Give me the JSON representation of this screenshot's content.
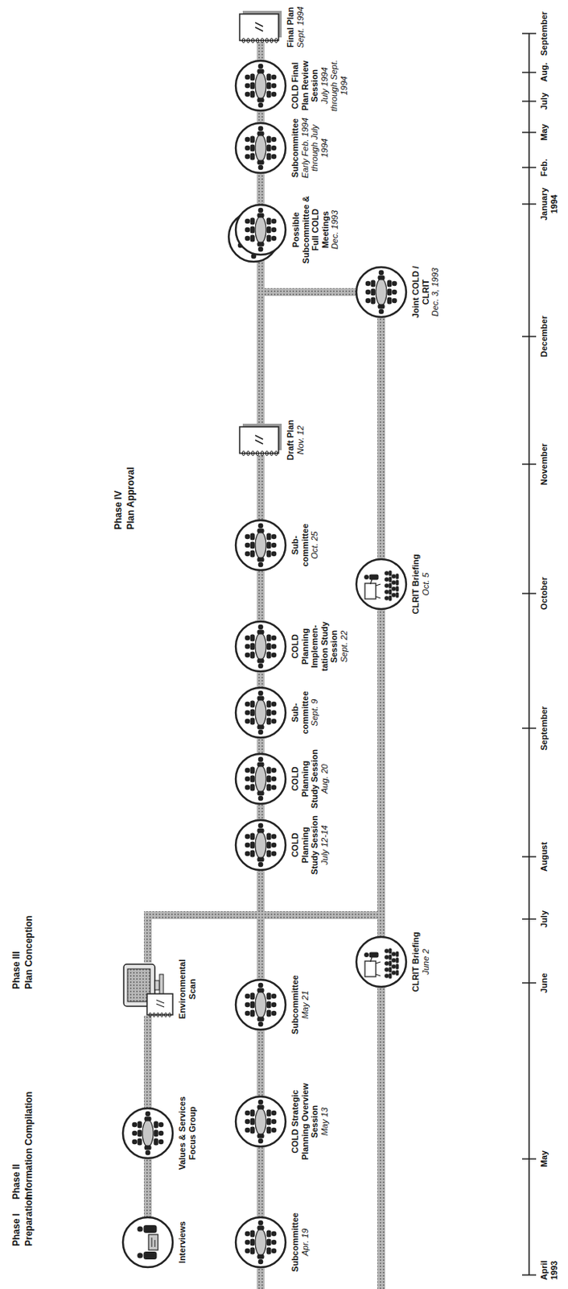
{
  "diagram": {
    "nodes": [
      {
        "text": [
          "Interviews"
        ]
      },
      {
        "text": [
          "Subcommittee",
          "Apr. 19"
        ]
      },
      {
        "text": [
          "Values & Services Focus Group"
        ]
      },
      {
        "text": [
          "COLD Strategic Planning Overview Session",
          "May 13"
        ]
      },
      {
        "text": [
          "Environmental Scan"
        ]
      },
      {
        "text": [
          "Subcommittee",
          "May 21"
        ]
      },
      {
        "text": [
          "CLRIT Briefing",
          "June 2"
        ]
      },
      {
        "text": [
          "COLD Planning Study Session",
          "July 12-14"
        ]
      },
      {
        "text": [
          "COLD Planning Study Session",
          "Aug. 20"
        ]
      },
      {
        "text": [
          "Sub- committee",
          "Sept. 9"
        ]
      },
      {
        "text": [
          "COLD Planning Implemen- tation Study Session",
          "Sept. 22"
        ]
      },
      {
        "text": [
          "CLRIT Briefing",
          "Oct. 5"
        ]
      },
      {
        "text": [
          "Sub- committee",
          "Oct. 25"
        ]
      },
      {
        "text": [
          "Draft Plan",
          "Nov. 12"
        ]
      },
      {
        "text": [
          "Joint COLD / CLRIT",
          "Dec. 3, 1993"
        ]
      },
      {
        "text": [
          "Possible Subcommittee & Full COLD Meetings",
          "Dec. 1993"
        ]
      },
      {
        "text": [
          "Subcommittee",
          "Early Feb. 1994 through July 1994"
        ]
      },
      {
        "text": [
          "COLD Final Plan Review Session",
          "July 1994 through Sept. 1994"
        ]
      },
      {
        "text": [
          "Final Plan",
          "Sept. 1994"
        ]
      }
    ],
    "edges": [
      {
        "from": 0,
        "to": 2,
        "arrow": "none"
      },
      {
        "from": 2,
        "to": 4,
        "arrow": "none"
      },
      {
        "from": 4,
        "to": 7,
        "arrow": "none"
      },
      {
        "from": 1,
        "to": 3,
        "arrow": "none"
      },
      {
        "from": 3,
        "to": 5,
        "arrow": "none"
      },
      {
        "from": 5,
        "to": 7,
        "arrow": "none"
      },
      {
        "from": 6,
        "to": 7,
        "arrow": "none"
      },
      {
        "from": 6,
        "to": 11,
        "arrow": "none"
      },
      {
        "from": 7,
        "to": 8,
        "arrow": "none"
      },
      {
        "from": 8,
        "to": 9,
        "arrow": "none"
      },
      {
        "from": 9,
        "to": 10,
        "arrow": "none"
      },
      {
        "from": 10,
        "to": 12,
        "arrow": "none"
      },
      {
        "from": 11,
        "to": 14,
        "arrow": "none"
      },
      {
        "from": 12,
        "to": 13,
        "arrow": "none"
      },
      {
        "from": 13,
        "to": 15,
        "arrow": "none"
      },
      {
        "from": 14,
        "to": 15,
        "arrow": "none"
      },
      {
        "from": 15,
        "to": 16,
        "arrow": "none"
      },
      {
        "from": 16,
        "to": 17,
        "arrow": "none"
      },
      {
        "from": 17,
        "to": 18,
        "arrow": "none"
      }
    ],
    "labels": [
      "Phase I",
      "Preparation",
      "Phase II",
      "Information Compilation",
      "Phase III",
      "Plan Conception",
      "Phase IV",
      "Plan Approval",
      "April 1993",
      "May",
      "June",
      "July",
      "August",
      "September",
      "October",
      "November",
      "December",
      "January 1994",
      "Feb.",
      "May",
      "July",
      "Aug.",
      "September"
    ]
  }
}
